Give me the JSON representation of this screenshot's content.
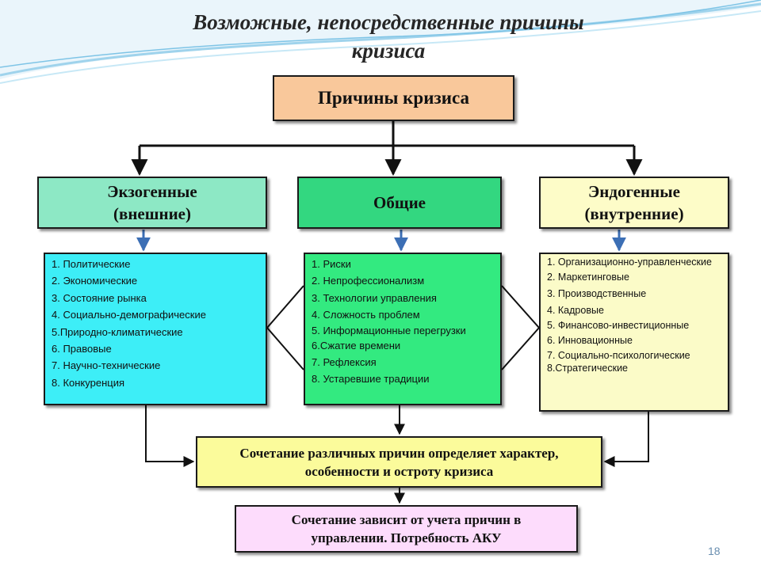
{
  "slide": {
    "title_line1": "Возможные, непосредственные причины",
    "title_line2": "кризиса",
    "page_number": "18"
  },
  "root": {
    "label": "Причины кризиса"
  },
  "categories": {
    "exogenous": {
      "line1": "Экзогенные",
      "line2": "(внешние)"
    },
    "general": {
      "line1": "Общие"
    },
    "endogenous": {
      "line1": "Эндогенные",
      "line2": "(внутренние)"
    }
  },
  "lists": {
    "exogenous": [
      "1. Политические",
      "2. Экономические",
      "3. Состояние рынка",
      "4. Социально-демографические",
      "5.Природно-климатические",
      "6. Правовые",
      "7. Научно-технические",
      "8. Конкуренция"
    ],
    "general": [
      "1. Риски",
      "2. Непрофессионализм",
      "3. Технологии управления",
      "4. Сложность проблем",
      "5. Информационные перегрузки",
      "6.Сжатие времени",
      "7. Рефлексия",
      "8. Устаревшие традиции"
    ],
    "endogenous": [
      "1. Организационно-управленческие",
      "2. Маркетинговые",
      "3. Производственные",
      "4. Кадровые",
      "5. Финансово-инвестиционные",
      "6. Инновационные",
      "7. Социально-психологические",
      "8.Стратегические"
    ]
  },
  "summary": {
    "line1": "Сочетание различных причин определяет характер,",
    "line2": "особенности и остроту кризиса"
  },
  "note": {
    "line1": "Сочетание зависит от учета причин в",
    "line2": "управлении. Потребность АКУ"
  },
  "colors": {
    "root": "#f9c89b",
    "exogenous_header": "#8de8c5",
    "general_header": "#33d780",
    "endogenous_header": "#fdfcc8",
    "exogenous_list": "#3deef7",
    "general_list": "#33ea80",
    "endogenous_list": "#fbfbc8",
    "summary": "#fbfb9b",
    "note": "#fddcfc",
    "arrow_blue": "#3c6fb5"
  }
}
